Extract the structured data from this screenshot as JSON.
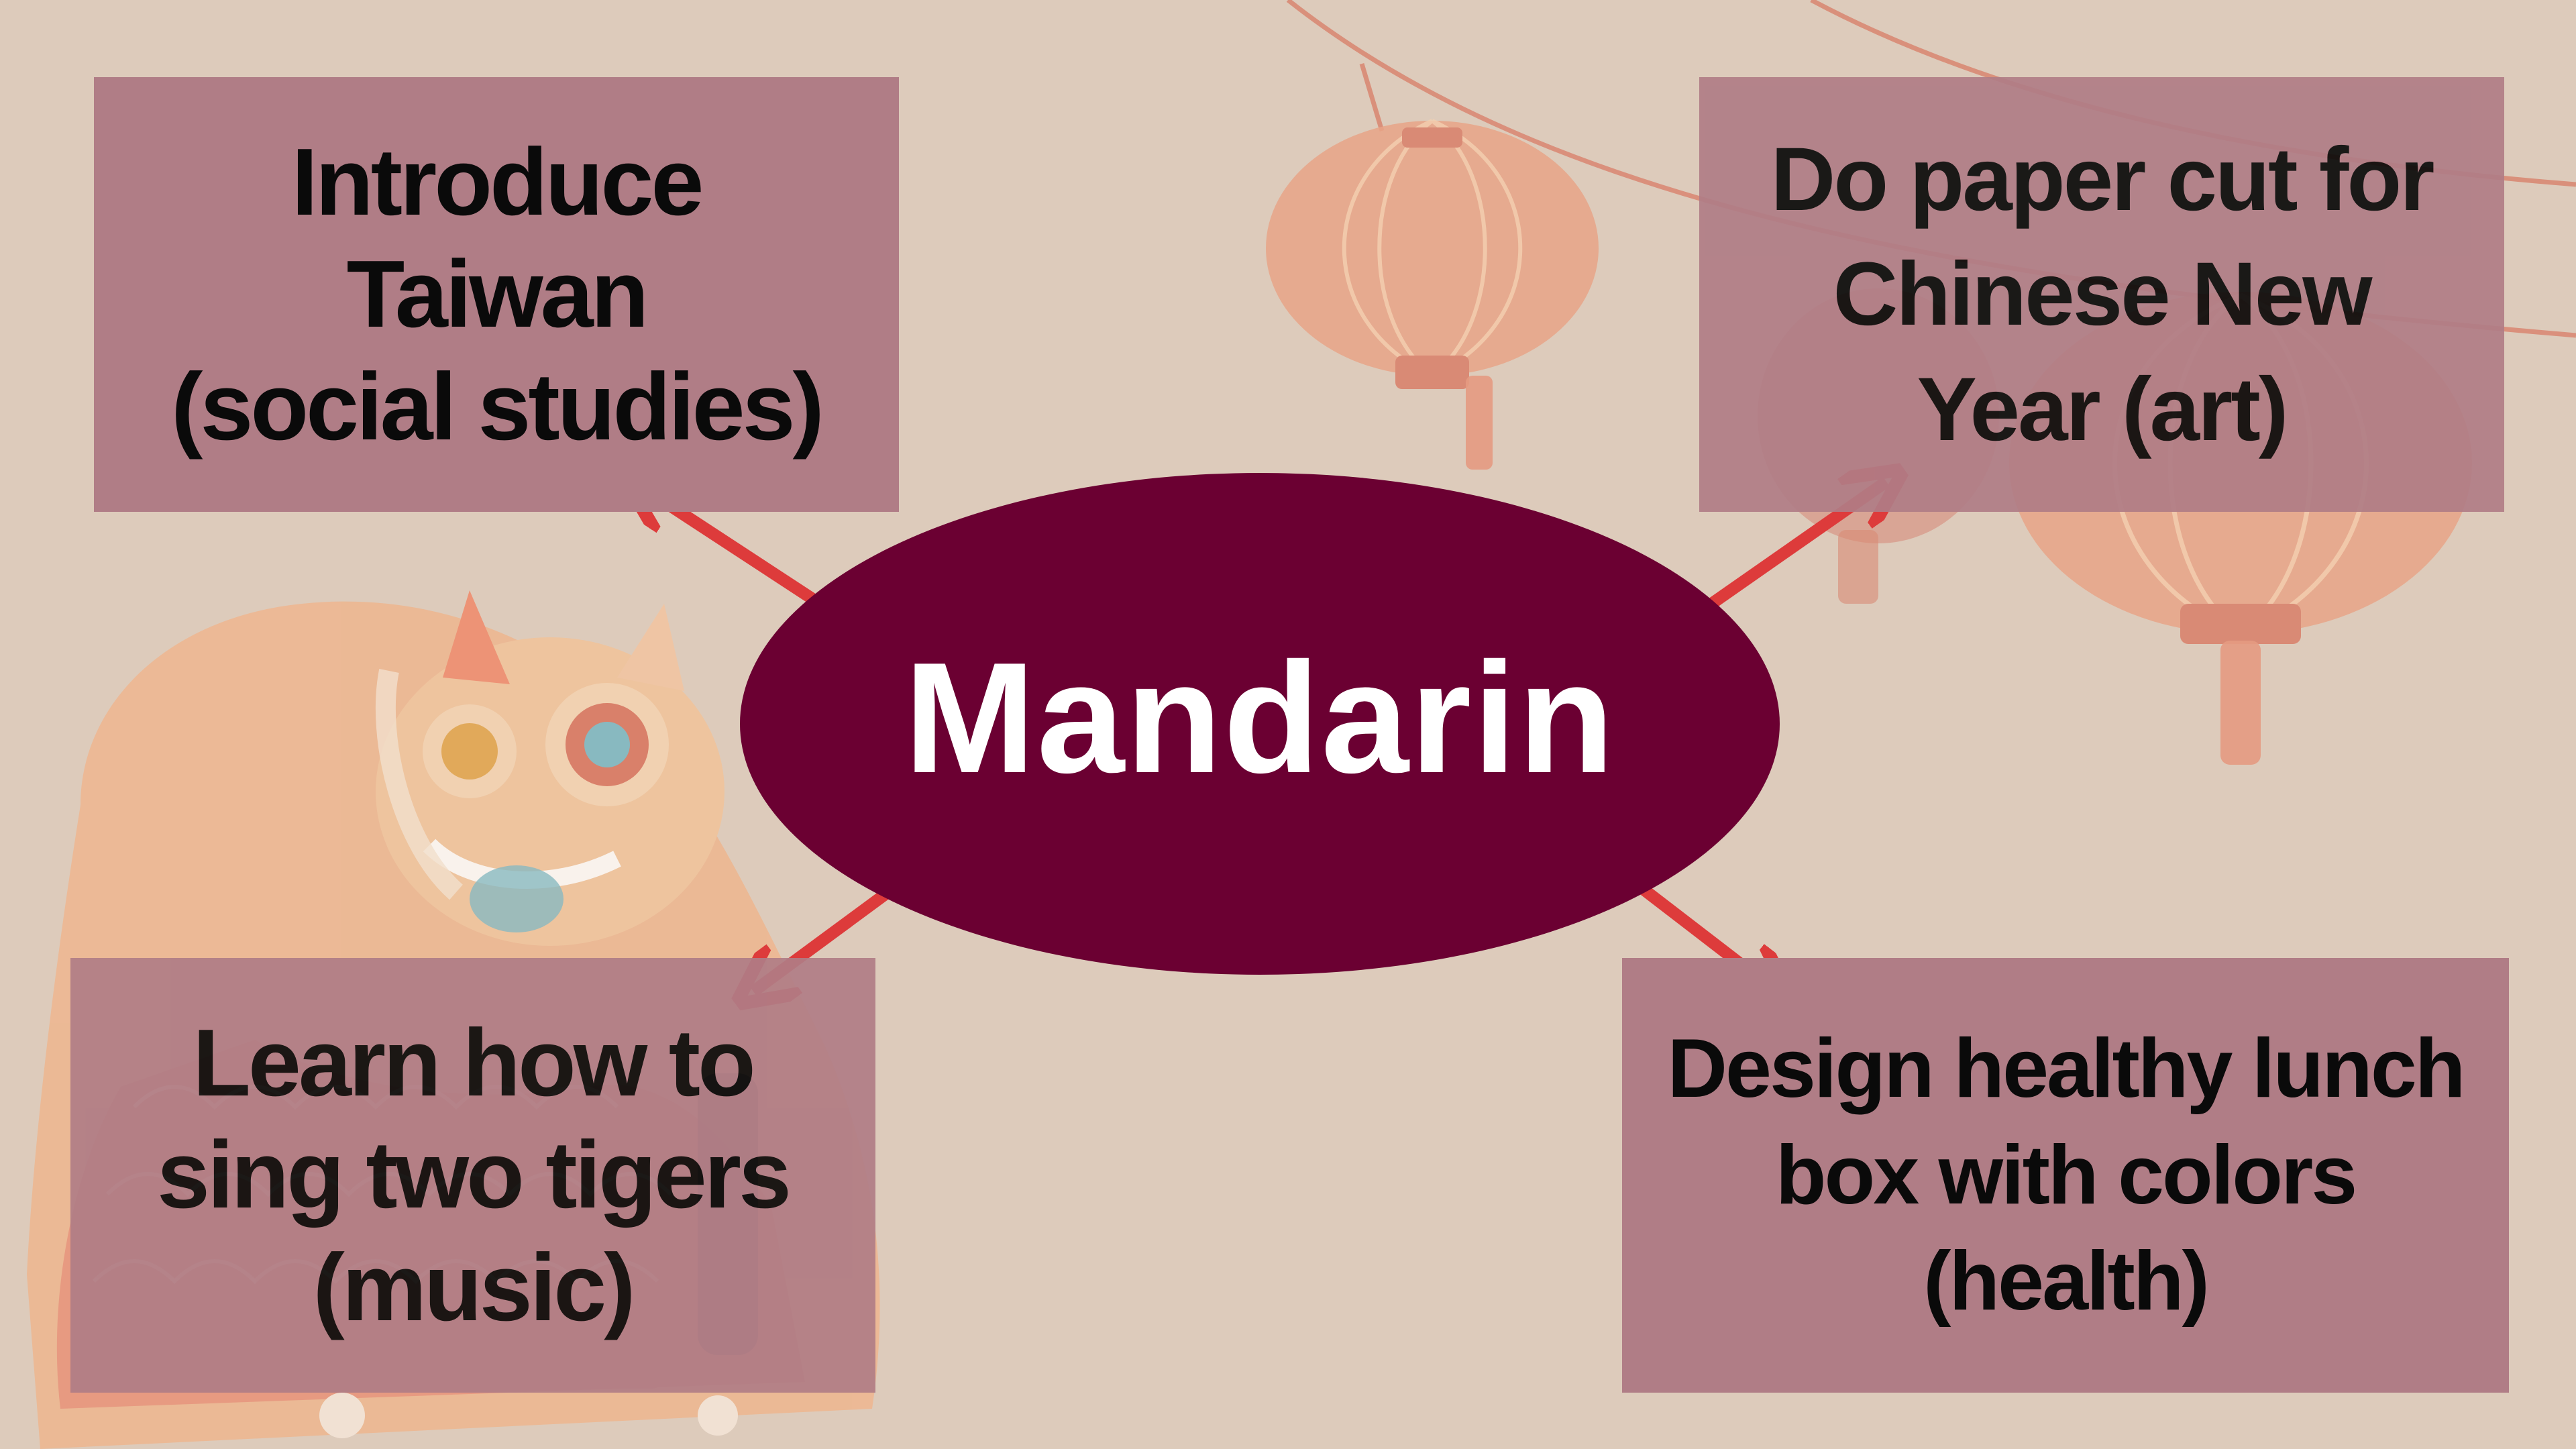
{
  "diagram": {
    "center": {
      "label": "Mandarin"
    },
    "topics": [
      {
        "id": "social-studies",
        "label": "Introduce Taiwan (social studies)",
        "lines": [
          "Introduce",
          "Taiwan",
          "(social studies)"
        ]
      },
      {
        "id": "art",
        "label": "Do paper cut for Chinese New Year (art)",
        "lines": [
          "Do paper cut for",
          "Chinese New",
          "Year (art)"
        ]
      },
      {
        "id": "music",
        "label": "Learn how to sing two tigers (music)",
        "lines": [
          "Learn how to",
          "sing two tigers",
          "(music)"
        ]
      },
      {
        "id": "health",
        "label": "Design healthy lunch box with colors (health)",
        "lines": [
          "Design healthy lunch",
          "box with colors",
          "(health)"
        ]
      }
    ],
    "colors": {
      "background": "#ddcbbb",
      "box_fill": "#b07d86",
      "center_fill": "#6b0032",
      "center_text": "#ffffff",
      "arrow": "#dd3b3b",
      "box_text": "#0a0a0a"
    },
    "decorations": [
      "paper-lantern-left",
      "paper-lantern-right",
      "lantern-string",
      "lion-dance-costume"
    ]
  }
}
